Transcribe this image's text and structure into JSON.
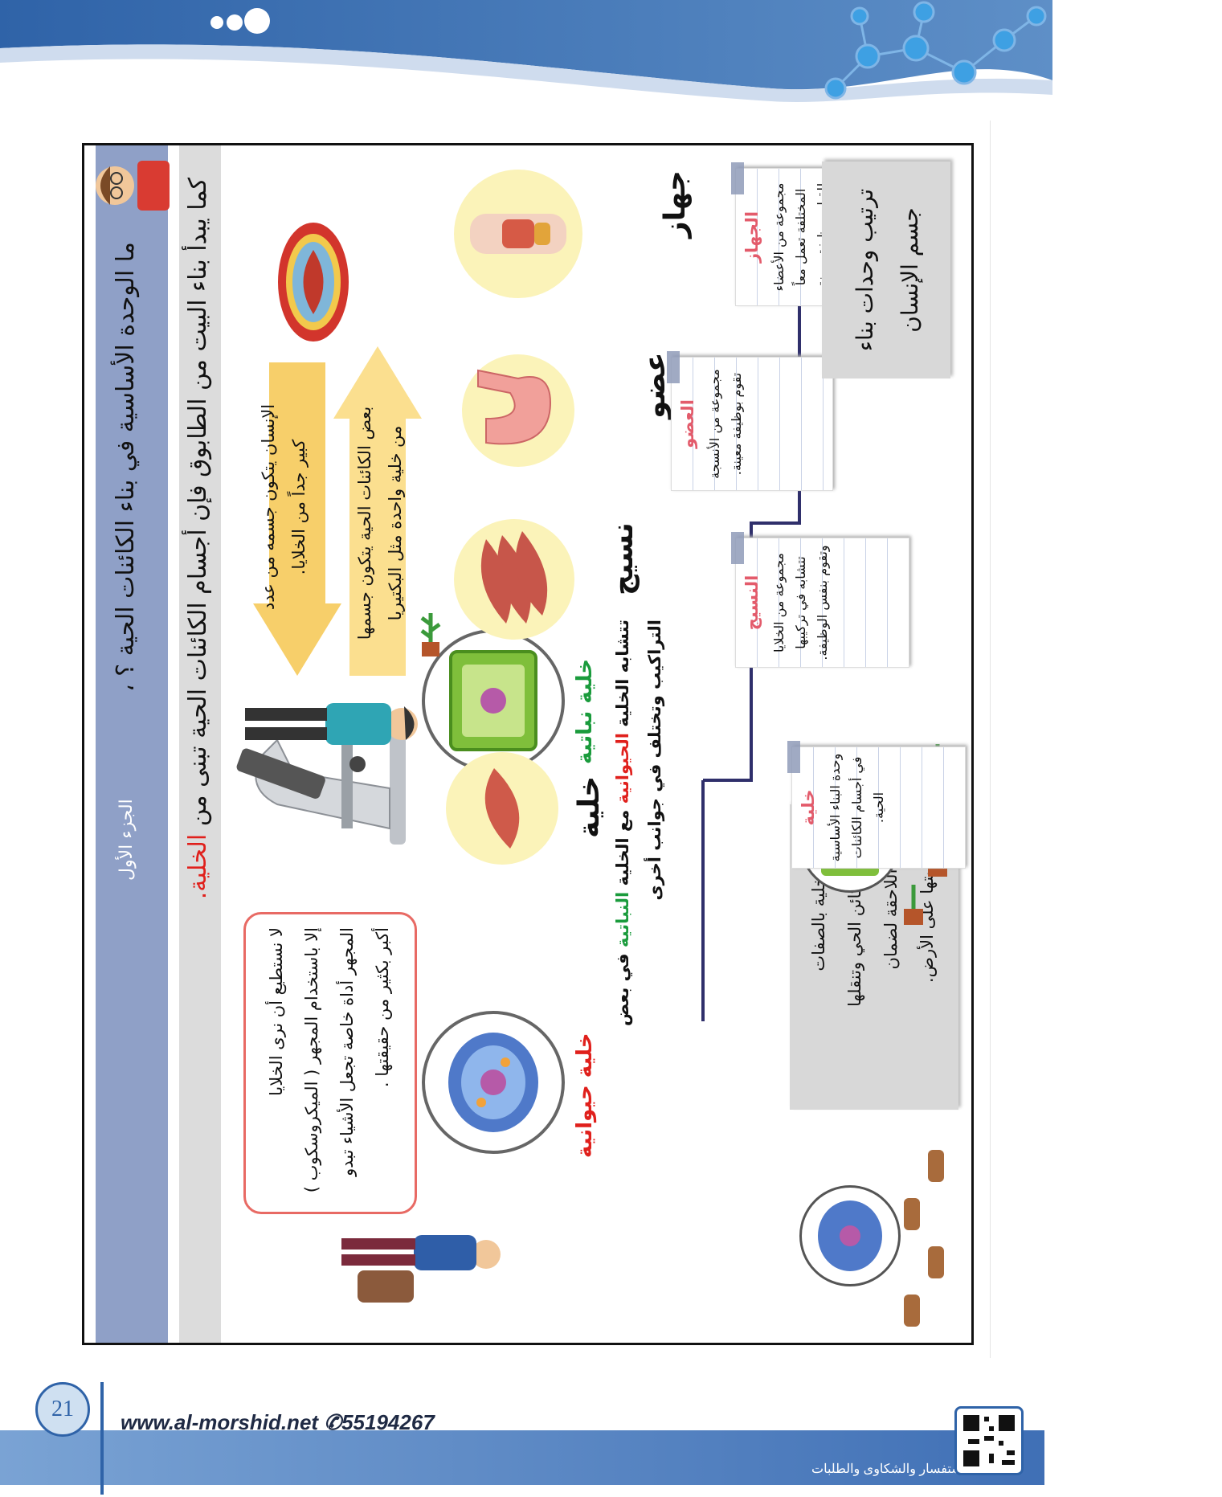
{
  "question": "ما الوحدة الأساسية في بناء الكائنات الحية ؟ ،",
  "part_label": "الجزء الأول",
  "lead": {
    "before": "كما يبدأ بناء البيت من الطابوق فإن أجسام الكائنات الحية تبنى من ",
    "highlight": "الخلية."
  },
  "arrows": {
    "down_line1": "الإنسان يتكون جسمه من عدد",
    "down_line2": "كبير جداً من الخلايا.",
    "up_line1": "بعض الكائنات الحية يتكون جسمها",
    "up_line2": "من خلية واحدة مثل البكتيريا"
  },
  "microscope_note": {
    "line1": "لا نستطيع أن نرى الخلايا",
    "line2": "إلا باستخدام المجهر ( الميكروسكوب )",
    "line3": "المجهر أداة خاصة تجعل الأشياء تبدو",
    "line4": "أكبر بكثير من حقيقتها ."
  },
  "cell_types": {
    "animal": "خلية حيوانية",
    "plant": "خلية نباتية"
  },
  "similarity": {
    "line1_a": "تتشابه الخلية ",
    "line1_animal": "الحيوانية",
    "line1_b": " مع الخلية ",
    "line1_plant": "النباتية",
    "line1_c": " في بعض",
    "line2": "التراكيب وتختلف في جوانب أخرى"
  },
  "heredity_box": {
    "line1": "تحتفظ الخلية بالصفات",
    "line2": "المميزة للكائن الحي وتنقلها",
    "line3": "للأجيال اللاحقة لضمان",
    "line4": "استمراريتها على الأرض."
  },
  "order_box": {
    "line1": "ترتيب وحدات بناء",
    "line2": "جسم الإنسان"
  },
  "levels": [
    {
      "label": "خلية",
      "note_title": "خلية",
      "note_body": "وحدة البناء الأساسية في أجسام الكائنات الحية."
    },
    {
      "label": "نسيج",
      "note_title": "النسيج",
      "note_body": "مجموعة من الخلايا تتشابه في تركيبها وتقوم بنفس الوظيفة."
    },
    {
      "label": "عضو",
      "note_title": "العضو",
      "note_body": "مجموعة من الأنسجة تقوم بوظيفة معينة."
    },
    {
      "label": "جهاز",
      "note_title": "الجهاز",
      "note_body": "مجموعة من الأعضاء المختلفة تعمل معاً للقيام بوظيفة معينة."
    }
  ],
  "footer": {
    "page_number": "21",
    "website": "www.al-morshid.net",
    "phone": "55194267",
    "contact": "للاستفسار والشكاوى والطلبات"
  },
  "colors": {
    "header_blue": "#2f63a8",
    "band_blue": "#8fa0c7",
    "arrow_yellow": "#f7cf6a",
    "highlight_red": "#e0201c",
    "plant_green": "#1a9b3c"
  }
}
